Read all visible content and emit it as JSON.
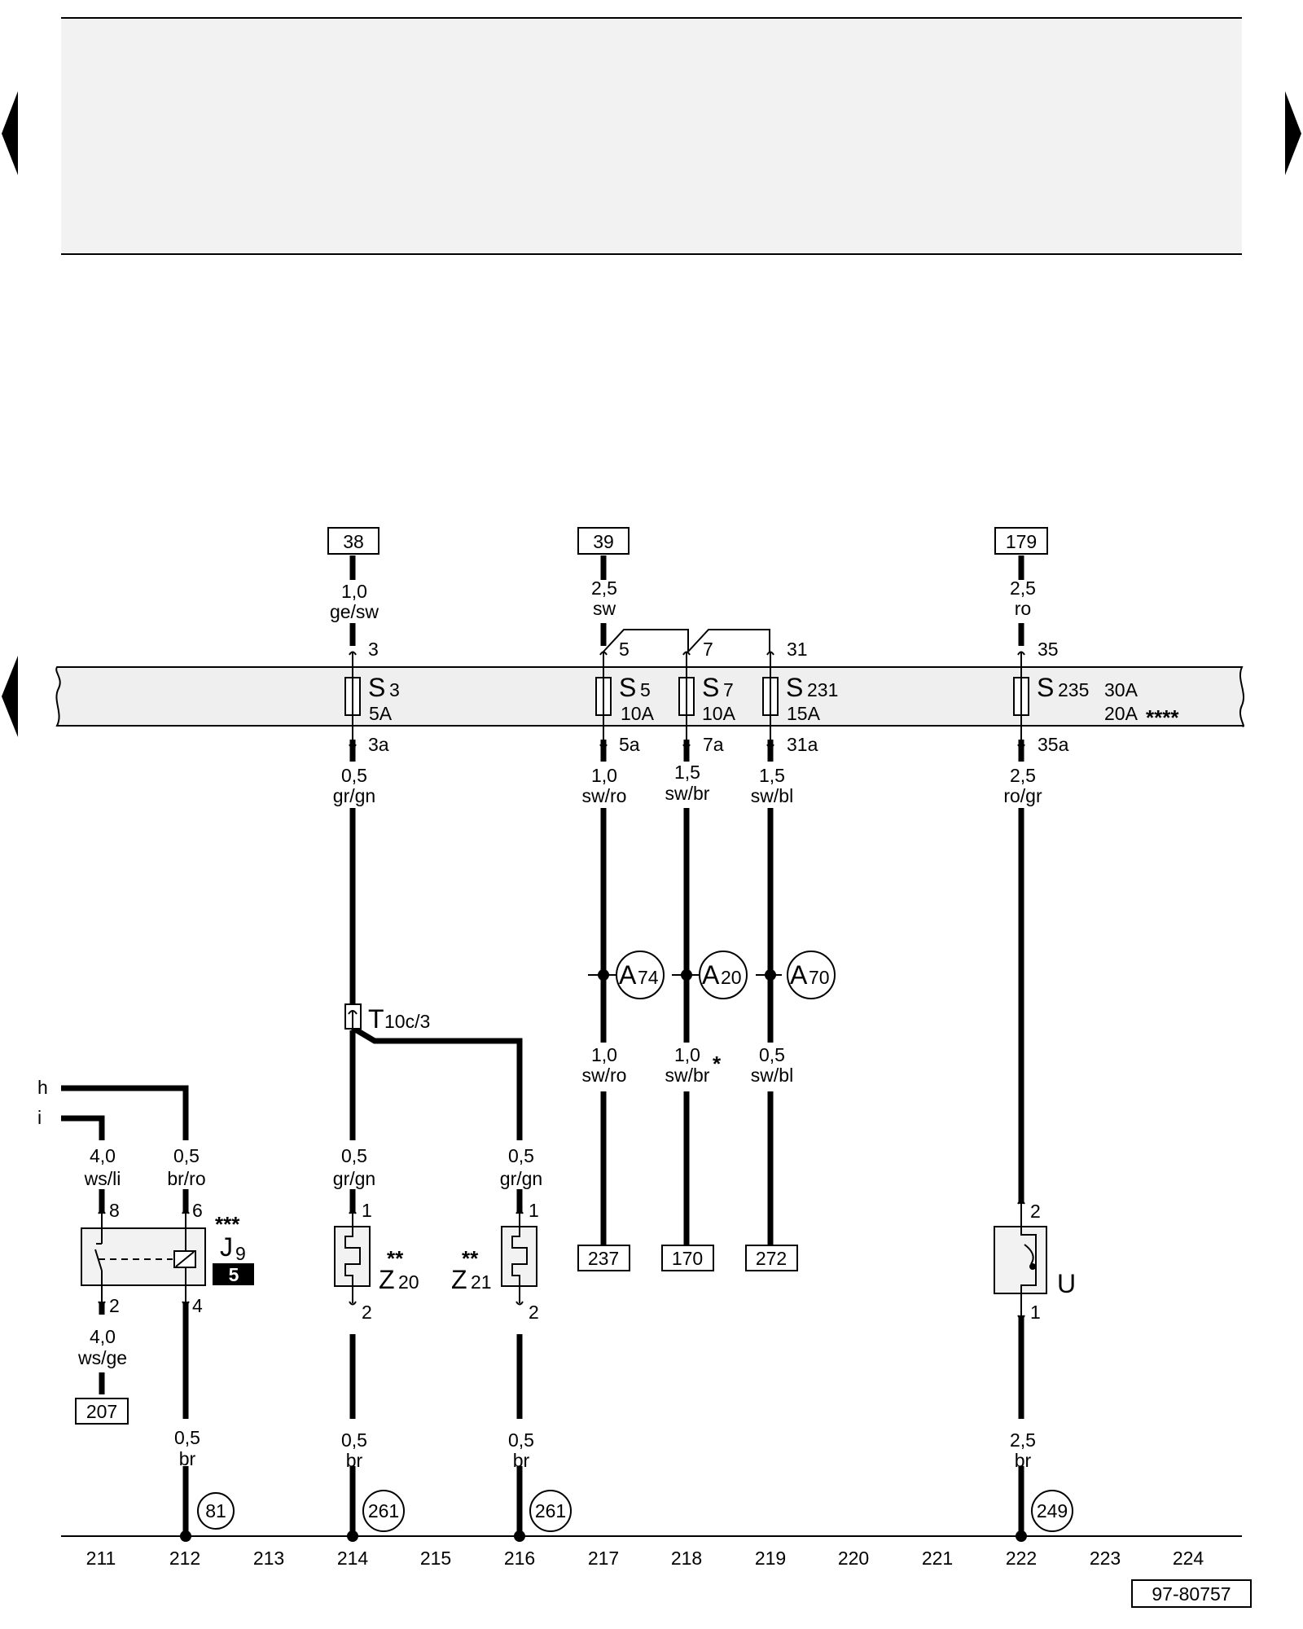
{
  "grid_coordinates": [
    "211",
    "212",
    "213",
    "214",
    "215",
    "216",
    "217",
    "218",
    "219",
    "220",
    "221",
    "222",
    "223",
    "224"
  ],
  "drawing_number": "97-80757",
  "top_references": {
    "r38": "38",
    "r39": "39",
    "r179": "179"
  },
  "bottom_references": {
    "r207": "207",
    "r237": "237",
    "r170": "170",
    "r272": "272"
  },
  "ground_points": {
    "g81": "81",
    "g261a": "261",
    "g261b": "261",
    "g249": "249"
  },
  "connectors": {
    "a74": "A",
    "a74n": "74",
    "a20": "A",
    "a20n": "20",
    "a70": "A",
    "a70n": "70"
  },
  "fuses": {
    "s3": {
      "letter": "S",
      "num": "3",
      "rating": "5A"
    },
    "s5": {
      "letter": "S",
      "num": "5",
      "rating": "10A"
    },
    "s7": {
      "letter": "S",
      "num": "7",
      "rating": "10A"
    },
    "s231": {
      "letter": "S",
      "num": "231",
      "rating": "15A"
    },
    "s235": {
      "letter": "S",
      "num": "235",
      "rating": "30A",
      "rating2": "20A",
      "rating2_mark": "****"
    }
  },
  "pins": {
    "p3": "3",
    "p3a": "3a",
    "p5": "5",
    "p5a": "5a",
    "p7": "7",
    "p7a": "7a",
    "p31": "31",
    "p31a": "31a",
    "p35": "35",
    "p35a": "35a",
    "j8": "8",
    "j6": "6",
    "j2": "2",
    "j4": "4",
    "z20_1": "1",
    "z20_2": "2",
    "z21_1": "1",
    "z21_2": "2",
    "u2": "2",
    "u1": "1"
  },
  "wires": {
    "w38": {
      "size": "1,0",
      "color": "ge/sw"
    },
    "w39": {
      "size": "2,5",
      "color": "sw"
    },
    "w179": {
      "size": "2,5",
      "color": "ro"
    },
    "w3a": {
      "size": "0,5",
      "color": "gr/gn"
    },
    "w5a": {
      "size": "1,0",
      "color": "sw/ro"
    },
    "w7a": {
      "size": "1,5",
      "color": "sw/br"
    },
    "w31a": {
      "size": "1,5",
      "color": "sw/bl"
    },
    "w35a": {
      "size": "2,5",
      "color": "ro/gr"
    },
    "w5b": {
      "size": "1,0",
      "color": "sw/ro"
    },
    "w7b": {
      "size": "1,0",
      "color": "sw/br",
      "mark": "*"
    },
    "w31b": {
      "size": "0,5",
      "color": "sw/bl"
    },
    "wh": {
      "label": "h"
    },
    "wi": {
      "label": "i"
    },
    "wj8": {
      "size": "4,0",
      "color": "ws/li"
    },
    "wj6": {
      "size": "0,5",
      "color": "br/ro"
    },
    "wz20": {
      "size": "0,5",
      "color": "gr/gn"
    },
    "wz21": {
      "size": "0,5",
      "color": "gr/gn"
    },
    "wj2": {
      "size": "4,0",
      "color": "ws/ge"
    },
    "wj4": {
      "size": "0,5",
      "color": "br"
    },
    "wz20g": {
      "size": "0,5",
      "color": "br"
    },
    "wz21g": {
      "size": "0,5",
      "color": "br"
    },
    "wug": {
      "size": "2,5",
      "color": "br"
    }
  },
  "components": {
    "j9": {
      "letter": "J",
      "num": "9",
      "mark": "***",
      "badge": "5"
    },
    "z20": {
      "letter": "Z",
      "num": "20",
      "mark": "**"
    },
    "z21": {
      "letter": "Z",
      "num": "21",
      "mark": "**"
    },
    "u": {
      "letter": "U"
    },
    "t10c": {
      "letter": "T",
      "sub": "10c/3"
    }
  }
}
